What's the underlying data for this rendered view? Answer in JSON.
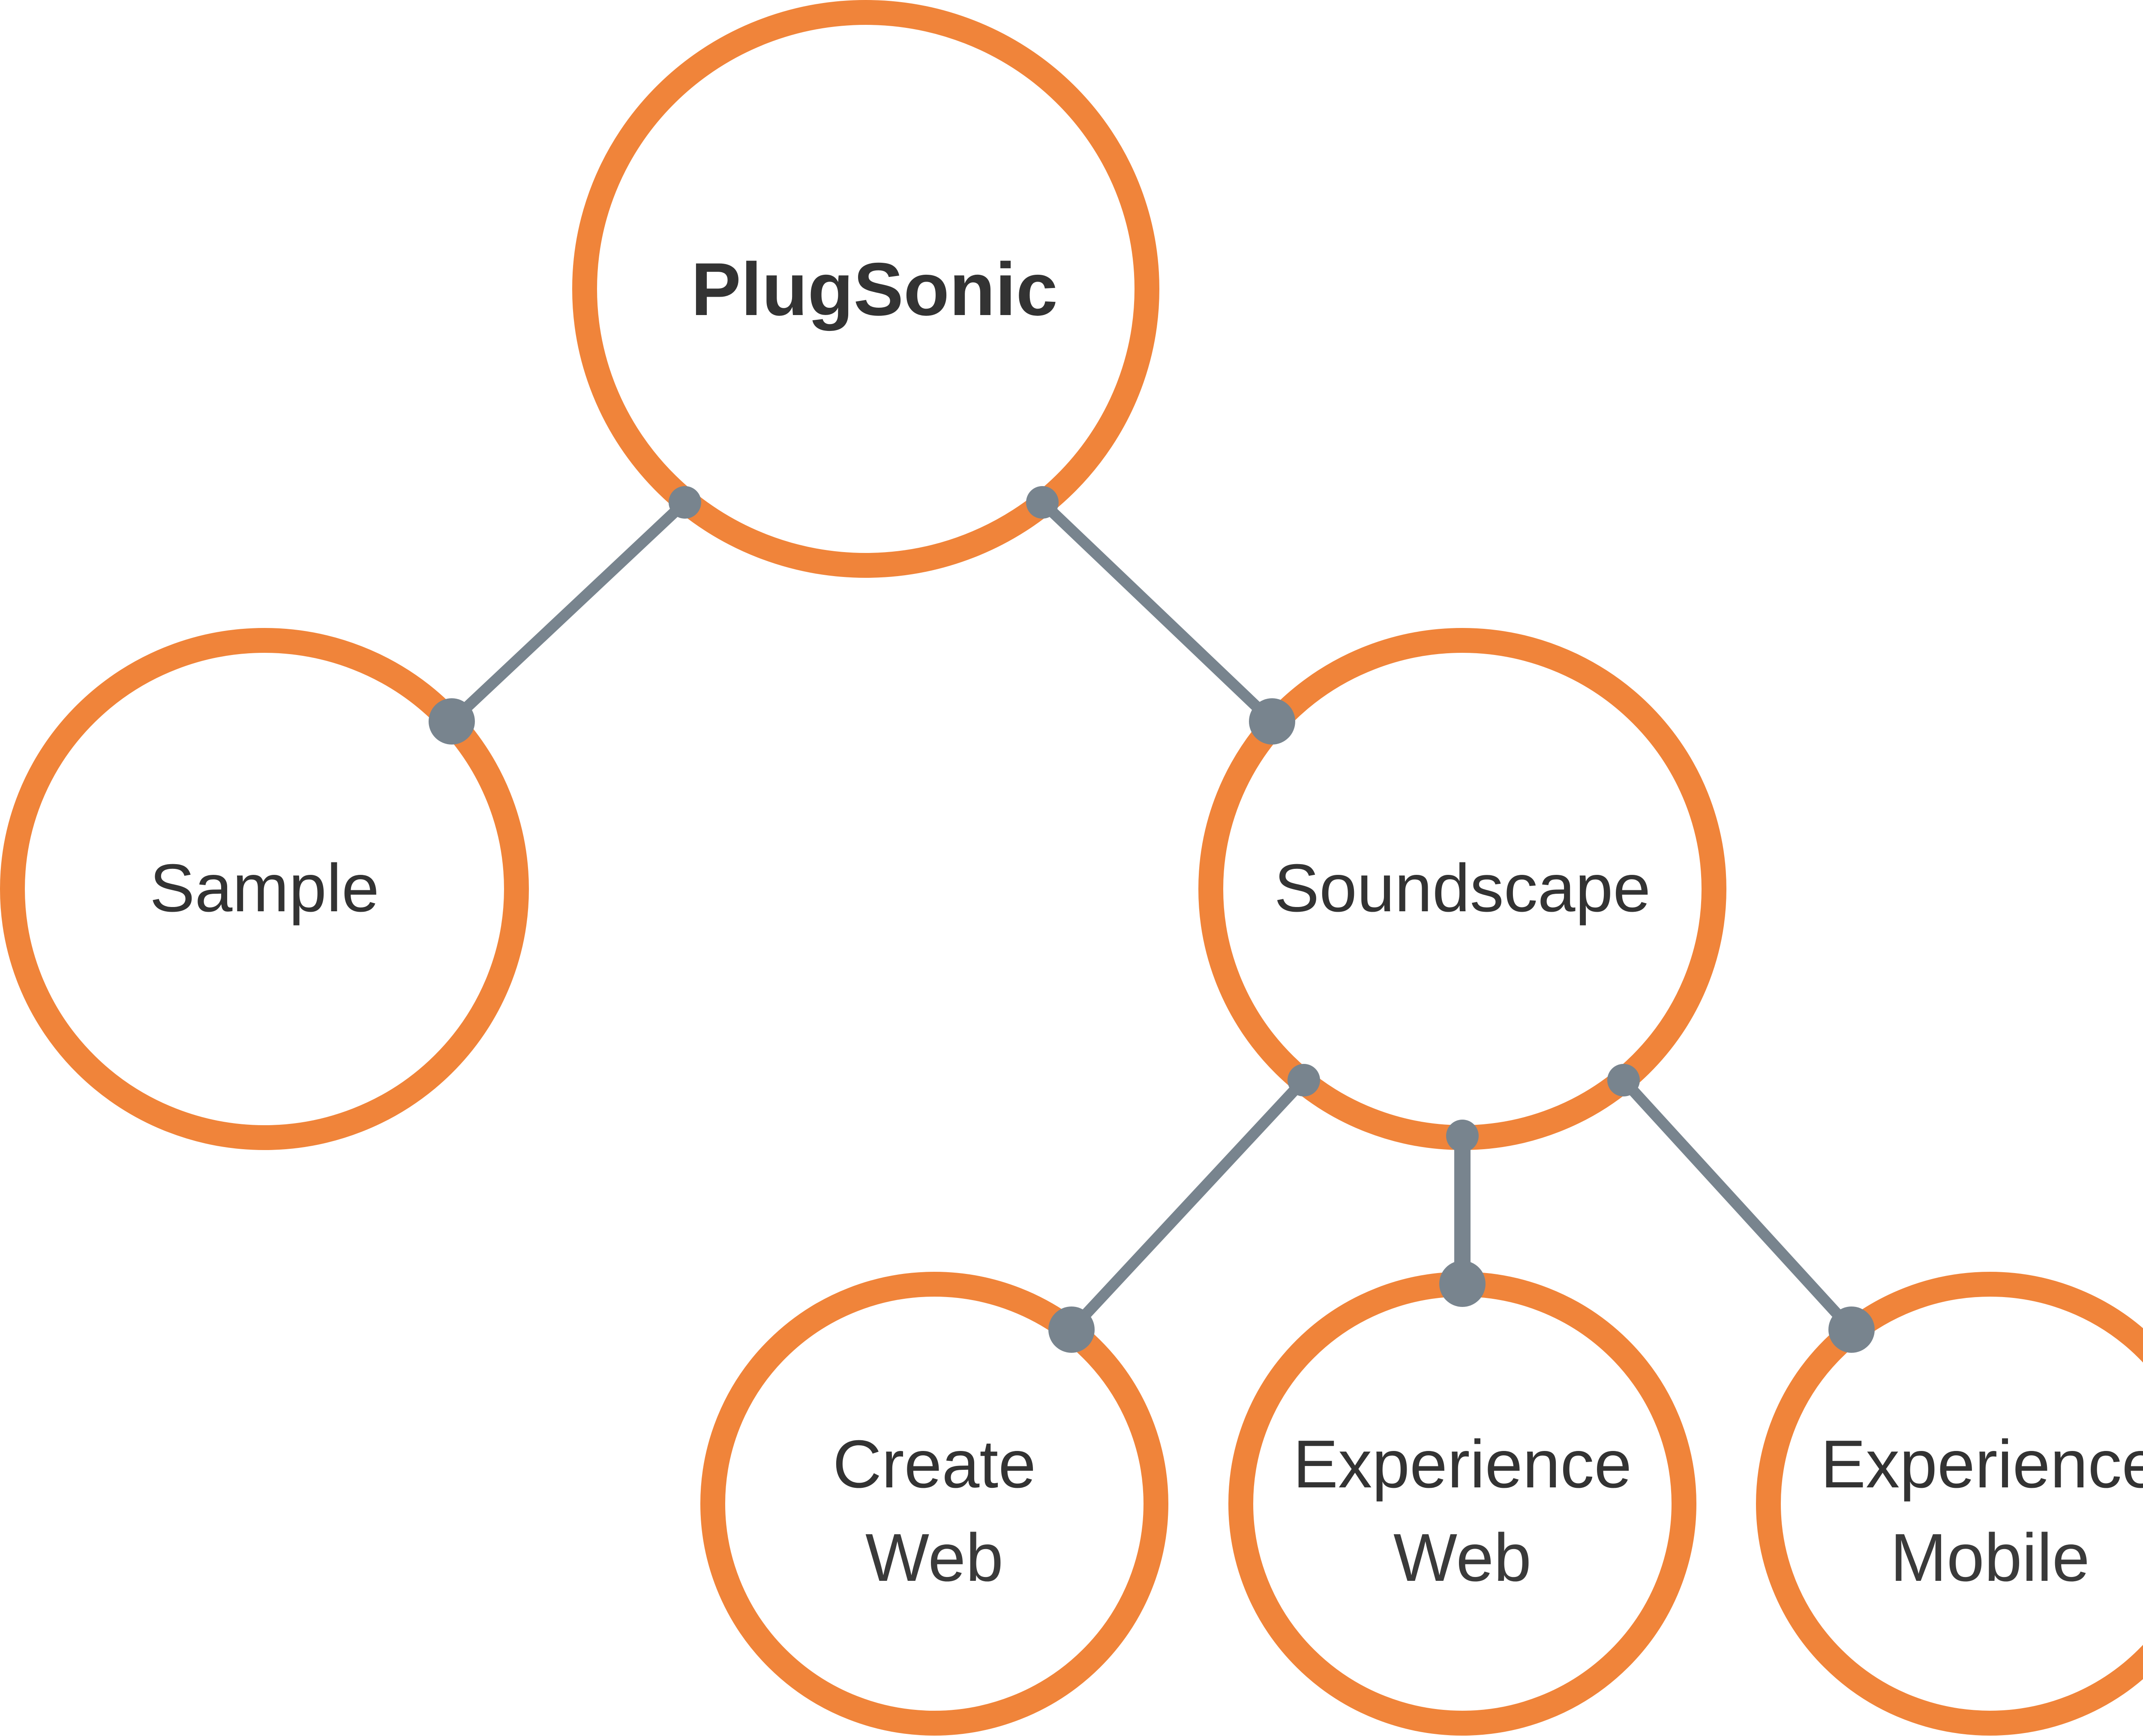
{
  "colors": {
    "ring": "#F0843A",
    "connector": "#78848E",
    "text": "#333333",
    "background": "#FFFFFF"
  },
  "nodes": {
    "root": {
      "label": "PlugSonic"
    },
    "sample": {
      "label": "Sample"
    },
    "soundscape": {
      "label": "Soundscape"
    },
    "create_web": {
      "line1": "Create",
      "line2": "Web"
    },
    "experience_web": {
      "line1": "Experience",
      "line2": "Web"
    },
    "experience_mobile": {
      "line1": "Experience",
      "line2": "Mobile"
    }
  }
}
